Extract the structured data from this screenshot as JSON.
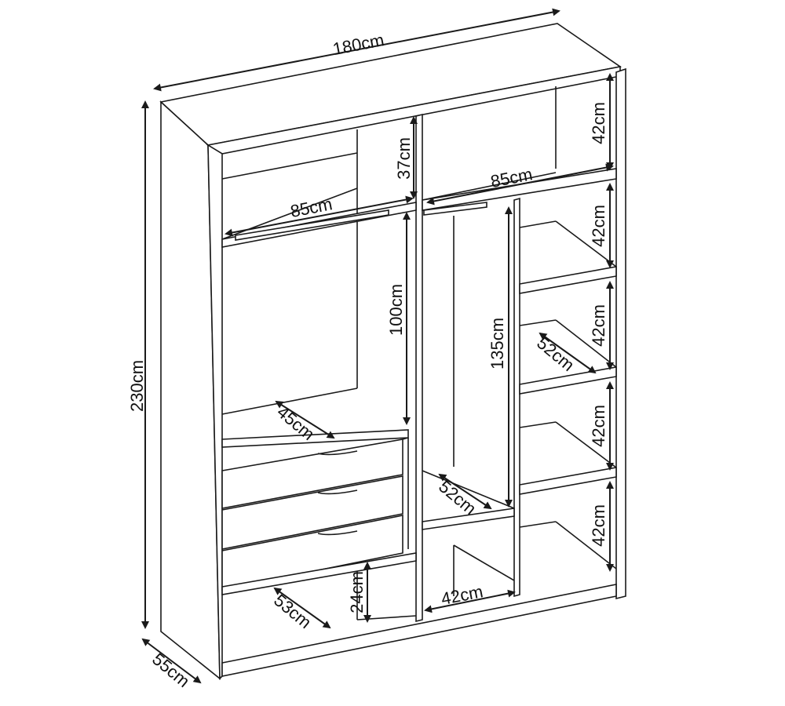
{
  "title": "Wardrobe dimensions diagram",
  "dimensions": {
    "overall_width": "180cm",
    "overall_height": "230cm",
    "overall_depth": "55cm",
    "left_top_shelf_width": "85cm",
    "left_top_shelf_height": "37cm",
    "left_hanging_height": "100cm",
    "drawer_depth": "45cm",
    "left_bottom_depth": "53cm",
    "left_bottom_height": "24cm",
    "middle_bottom_width": "42cm",
    "middle_shelf_depth": "52cm",
    "middle_hanging_height": "135cm",
    "right_top_shelf_width": "85cm",
    "right_shelf_depth": "52cm",
    "right_shelf_heights": [
      "42cm",
      "42cm",
      "42cm",
      "42cm",
      "42cm"
    ]
  },
  "colors": {
    "line": "#1a1a1a",
    "background": "#ffffff"
  }
}
